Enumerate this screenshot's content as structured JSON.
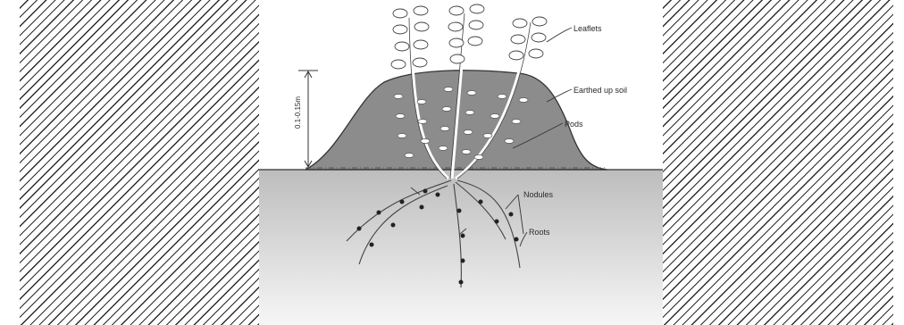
{
  "figure": {
    "labels": {
      "leaflets": "Leaflets",
      "earthed_up_soil": "Earthed up soil",
      "pods": "Pods",
      "nodules": "Nodules",
      "roots": "Roots",
      "depth": "0.1-0.15m"
    },
    "colors": {
      "mound": "#8c8c8c",
      "soil_top": "#bdbdbd",
      "soil_bottom": "#f6f6f6",
      "sky": "#ffffff",
      "hatch": "#2b2b2b",
      "line": "#333333"
    },
    "icons": {
      "leaflet": "leaf-icon",
      "pod": "pod-icon",
      "nodule": "nodule-dot-icon"
    }
  }
}
